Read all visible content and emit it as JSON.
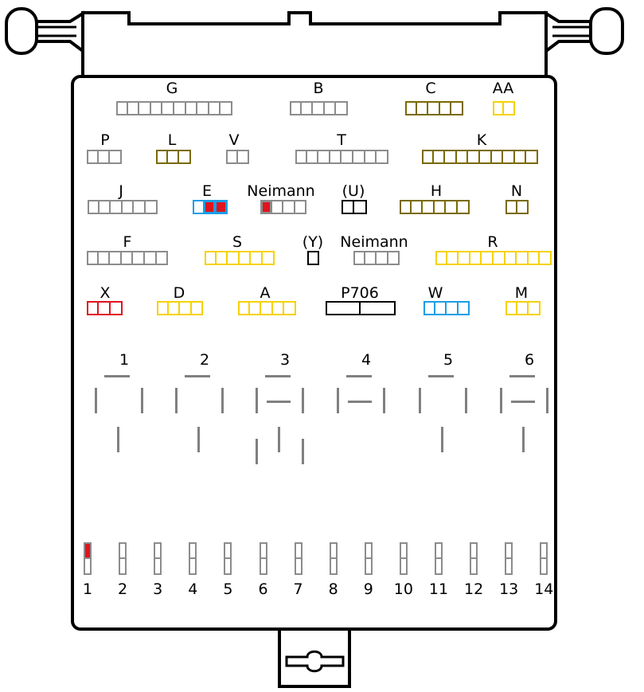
{
  "colors": {
    "gray": "#8c8c8c",
    "olive": "#7a6a00",
    "yellow": "#f5d200",
    "blue": "#1a9ee6",
    "red": "#e0141e",
    "black": "#000000"
  },
  "connectors": [
    {
      "label": "G",
      "cells": 10,
      "color": "gray"
    },
    {
      "label": "B",
      "cells": 5,
      "color": "gray"
    },
    {
      "label": "C",
      "cells": 5,
      "color": "olive"
    },
    {
      "label": "AA",
      "cells": 2,
      "color": "yellow"
    },
    {
      "label": "P",
      "cells": 3,
      "color": "gray"
    },
    {
      "label": "L",
      "cells": 3,
      "color": "olive"
    },
    {
      "label": "V",
      "cells": 2,
      "color": "gray"
    },
    {
      "label": "T",
      "cells": 8,
      "color": "gray"
    },
    {
      "label": "K",
      "cells": 10,
      "color": "olive"
    },
    {
      "label": "J",
      "cells": 6,
      "color": "gray"
    },
    {
      "label": "E",
      "cells": 3,
      "color": "blue",
      "filled": [
        1,
        2
      ]
    },
    {
      "label": "Neimann",
      "cells": 4,
      "color": "gray",
      "filled": [
        0
      ]
    },
    {
      "label": "(U)",
      "cells": 2,
      "color": "black"
    },
    {
      "label": "H",
      "cells": 6,
      "color": "olive"
    },
    {
      "label": "N",
      "cells": 2,
      "color": "olive"
    },
    {
      "label": "F",
      "cells": 7,
      "color": "gray"
    },
    {
      "label": "S",
      "cells": 6,
      "color": "yellow"
    },
    {
      "label": "(Y)",
      "cells": 1,
      "color": "black"
    },
    {
      "label": "Neimann",
      "cells": 4,
      "color": "gray"
    },
    {
      "label": "R",
      "cells": 10,
      "color": "yellow"
    },
    {
      "label": "X",
      "cells": 3,
      "color": "red"
    },
    {
      "label": "D",
      "cells": 4,
      "color": "yellow"
    },
    {
      "label": "A",
      "cells": 5,
      "color": "yellow"
    },
    {
      "label": "P706",
      "cells": 2,
      "color": "black"
    },
    {
      "label": "W",
      "cells": 4,
      "color": "blue"
    },
    {
      "label": "M",
      "cells": 3,
      "color": "yellow"
    }
  ],
  "relays": [
    "1",
    "2",
    "3",
    "4",
    "5",
    "6"
  ],
  "fuses": [
    {
      "label": "1",
      "blown": true
    },
    {
      "label": "2"
    },
    {
      "label": "3"
    },
    {
      "label": "4"
    },
    {
      "label": "5"
    },
    {
      "label": "6"
    },
    {
      "label": "7"
    },
    {
      "label": "8"
    },
    {
      "label": "9"
    },
    {
      "label": "10"
    },
    {
      "label": "11"
    },
    {
      "label": "12"
    },
    {
      "label": "13"
    },
    {
      "label": "14"
    }
  ]
}
